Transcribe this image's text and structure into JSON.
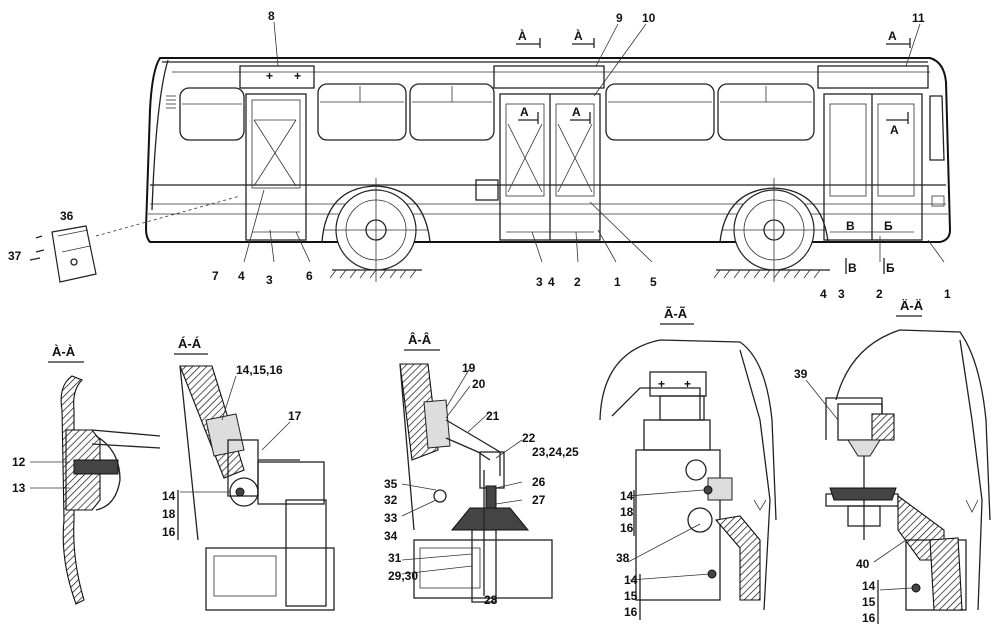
{
  "bus_callouts": [
    {
      "text": "8"
    },
    {
      "text": "9"
    },
    {
      "text": "10"
    },
    {
      "text": "11"
    },
    {
      "text": "36"
    },
    {
      "text": "37"
    },
    {
      "text": "7"
    },
    {
      "text": "4"
    },
    {
      "text": "3"
    },
    {
      "text": "6"
    },
    {
      "text": "3"
    },
    {
      "text": "4"
    },
    {
      "text": "2"
    },
    {
      "text": "1"
    },
    {
      "text": "5"
    },
    {
      "text": "4"
    },
    {
      "text": "3"
    },
    {
      "text": "2"
    },
    {
      "text": "1"
    }
  ],
  "bus_markers": [
    {
      "text": "À"
    },
    {
      "text": "À"
    },
    {
      "text": "A"
    },
    {
      "text": "A"
    },
    {
      "text": "A"
    },
    {
      "text": "A"
    },
    {
      "text": "B"
    },
    {
      "text": "Б"
    },
    {
      "text": "B"
    },
    {
      "text": "Б"
    }
  ],
  "section_titles": [
    {
      "text": "À-À"
    },
    {
      "text": "Á-Á"
    },
    {
      "text": "Â-Â"
    },
    {
      "text": "Ã-Ã"
    },
    {
      "text": "Ä-Ä"
    }
  ],
  "section1_callouts": [
    {
      "text": "12"
    },
    {
      "text": "13"
    }
  ],
  "section2_callouts": [
    {
      "text": "14,15,16"
    },
    {
      "text": "17"
    },
    {
      "text": "14"
    },
    {
      "text": "18"
    },
    {
      "text": "16"
    }
  ],
  "section3_callouts": [
    {
      "text": "19"
    },
    {
      "text": "20"
    },
    {
      "text": "21"
    },
    {
      "text": "22"
    },
    {
      "text": "23,24,25"
    },
    {
      "text": "26"
    },
    {
      "text": "27"
    },
    {
      "text": "35"
    },
    {
      "text": "32"
    },
    {
      "text": "33"
    },
    {
      "text": "34"
    },
    {
      "text": "31"
    },
    {
      "text": "29,30"
    },
    {
      "text": "28"
    }
  ],
  "section4_callouts": [
    {
      "text": "14"
    },
    {
      "text": "18"
    },
    {
      "text": "16"
    },
    {
      "text": "38"
    },
    {
      "text": "14"
    },
    {
      "text": "15"
    },
    {
      "text": "16"
    }
  ],
  "section5_callouts": [
    {
      "text": "39"
    },
    {
      "text": "40"
    },
    {
      "text": "14"
    },
    {
      "text": "15"
    },
    {
      "text": "16"
    }
  ]
}
